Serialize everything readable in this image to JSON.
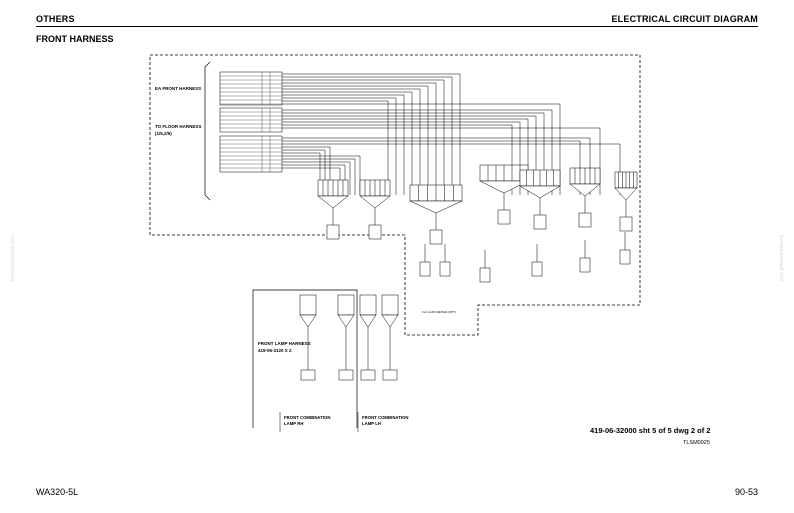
{
  "header": {
    "left": "OTHERS",
    "right": "ELECTRICAL CIRCUIT DIAGRAM"
  },
  "title": "FRONT HARNESS",
  "labels": {
    "ea_front_harness": "EA FRONT HARNESS",
    "to_floor_harness": "TO FLOOR HARNESS",
    "to_floor_harness_ref": "(1/5,2/5)",
    "front_lamp_harness": "FRONT LAMP HARNESS",
    "front_lamp_harness_part": "419-06-3120 X 2",
    "combo_rh_1": "FRONT COMBINATION",
    "combo_rh_2": "LAMP RH",
    "combo_lh_1": "FRONT COMBINATION",
    "combo_lh_2": "LAMP LH",
    "to_load_meter": "For LOAD METER (OPT)"
  },
  "drawing_number": "419-06-32000 sht 5 of 5 dwg 2 of 2",
  "drawing_code": "TLSM0025",
  "footer": {
    "left": "WA320-5L",
    "right": "90-53"
  },
  "watermark": "komatsumanual.com",
  "colors": {
    "ink": "#000000",
    "watermark": "#d9d9d9"
  }
}
